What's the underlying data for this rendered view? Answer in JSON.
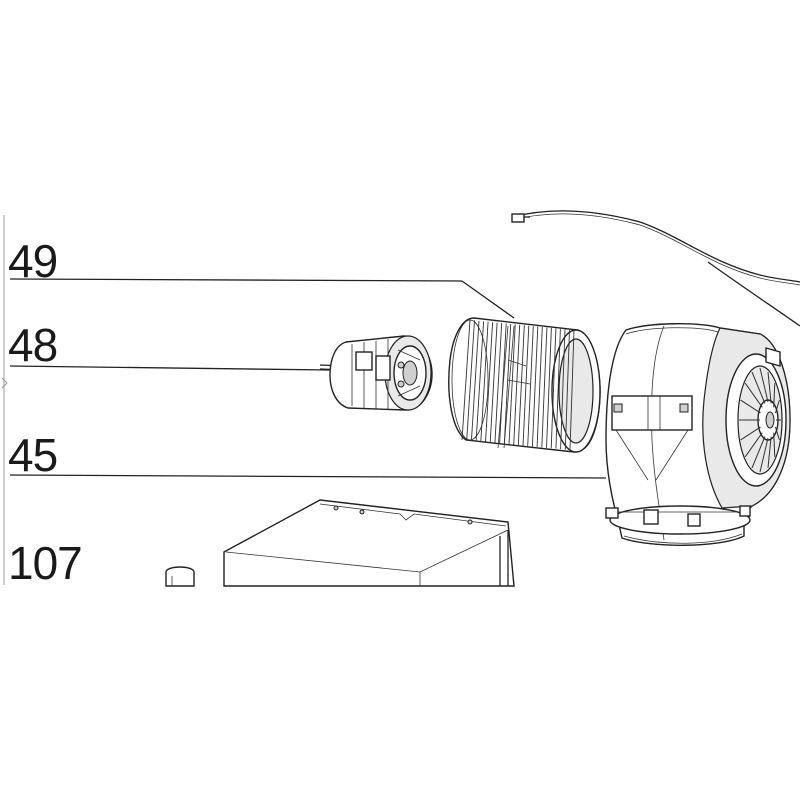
{
  "diagram": {
    "parts": [
      {
        "number": "49",
        "label": "49",
        "icon": "blower-wheel-icon"
      },
      {
        "number": "48",
        "label": "48",
        "icon": "motor-icon"
      },
      {
        "number": "45",
        "label": "45",
        "icon": "blower-housing-icon"
      },
      {
        "number": "107",
        "label": "107",
        "icon": "control-box-icon"
      }
    ],
    "colors": {
      "line": "#222222",
      "background": "#ffffff",
      "shade": "#e9e9e9"
    }
  }
}
